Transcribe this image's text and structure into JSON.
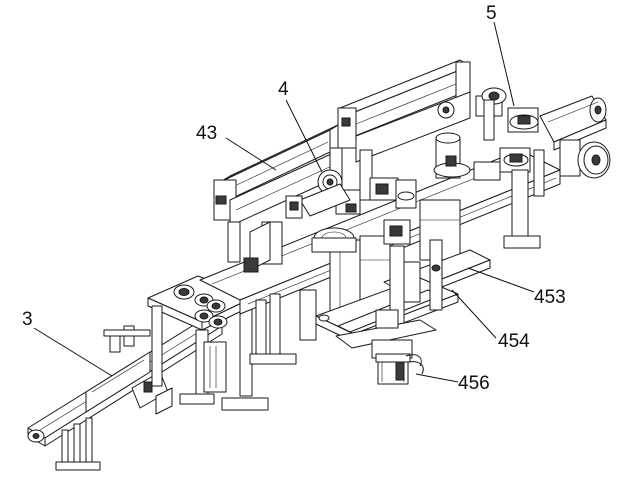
{
  "labels": {
    "l3": "3",
    "l4": "4",
    "l5": "5",
    "l43": "43",
    "l453": "453",
    "l454": "454",
    "l456": "456"
  },
  "colors": {
    "line": "#1a1a1a",
    "fill": "#ffffff",
    "dark": "#3a3a3a",
    "grey": "#d9d9d9"
  }
}
